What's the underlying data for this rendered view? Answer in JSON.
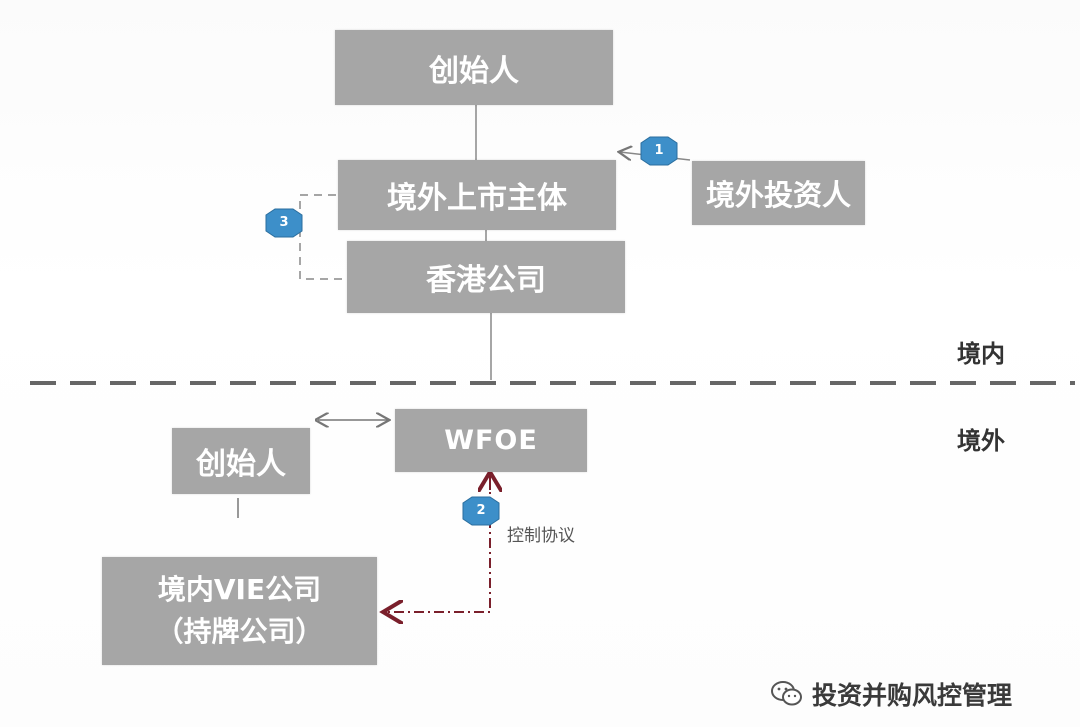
{
  "nodes": {
    "founder_top": "创始人",
    "offshore_entity": "境外上市主体",
    "offshore_investor": "境外投资人",
    "hk_company": "香港公司",
    "wfoe": "WFOE",
    "founder_bottom": "创始人",
    "vie_line1": "境内VIE公司",
    "vie_line2": "（持牌公司）"
  },
  "regions": {
    "domestic": "境内",
    "overseas": "境外"
  },
  "badges": {
    "b1": "1",
    "b2": "2",
    "b3": "3"
  },
  "control_agreement": "控制协议",
  "watermark": {
    "text": "投资并购风控管理",
    "icon": "wechat-icon"
  },
  "colors": {
    "box": "#a6a6a6",
    "badge": "#3d8fc9",
    "control_arrow": "#7a1f2b",
    "divider": "#666666"
  }
}
